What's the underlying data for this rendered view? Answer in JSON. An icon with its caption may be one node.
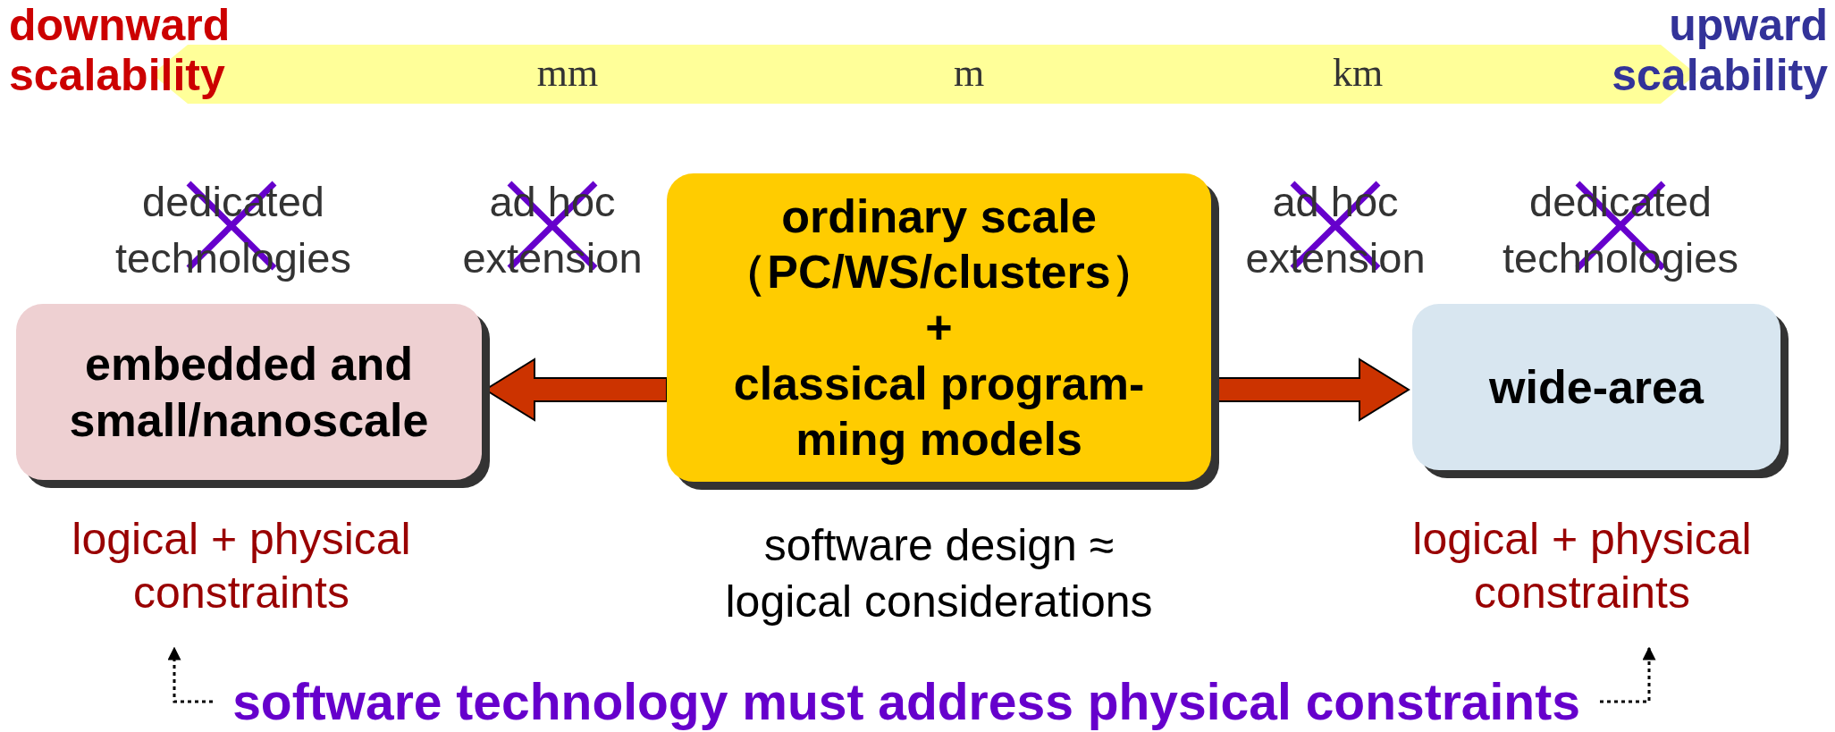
{
  "diagram": {
    "nodes": [
      {
        "text": [
          "mm",
          "m",
          "km"
        ]
      },
      {
        "text": [
          "embedded and small/nanoscale"
        ]
      },
      {
        "text": [
          "ordinary scale",
          "（PC/WS/clusters）",
          "+",
          "classical program- ming models"
        ],
        "beside": [
          "software design ≈ logical considerations"
        ]
      },
      {
        "text": [
          "wide-area"
        ]
      },
      {
        "text": [
          "logical + physical constraints"
        ]
      },
      {
        "text": [
          "logical + physical constraints"
        ]
      },
      {
        "text": [
          "software technology must address physical constraints"
        ]
      }
    ],
    "edges": [
      {
        "from": 2,
        "to": 1,
        "arrow": "to",
        "style": "thick",
        "color": "#cc3300"
      },
      {
        "from": 2,
        "to": 3,
        "arrow": "to",
        "style": "thick",
        "color": "#cc3300"
      },
      {
        "from": 6,
        "to": 4,
        "arrow": "to",
        "style": "dashed"
      },
      {
        "from": 6,
        "to": 5,
        "arrow": "to",
        "style": "dashed"
      }
    ],
    "labels": [
      "downward scalability",
      "upward scalability",
      "dedicated technologies",
      "ad hoc extension",
      "ad hoc extension",
      "dedicated technologies"
    ]
  }
}
